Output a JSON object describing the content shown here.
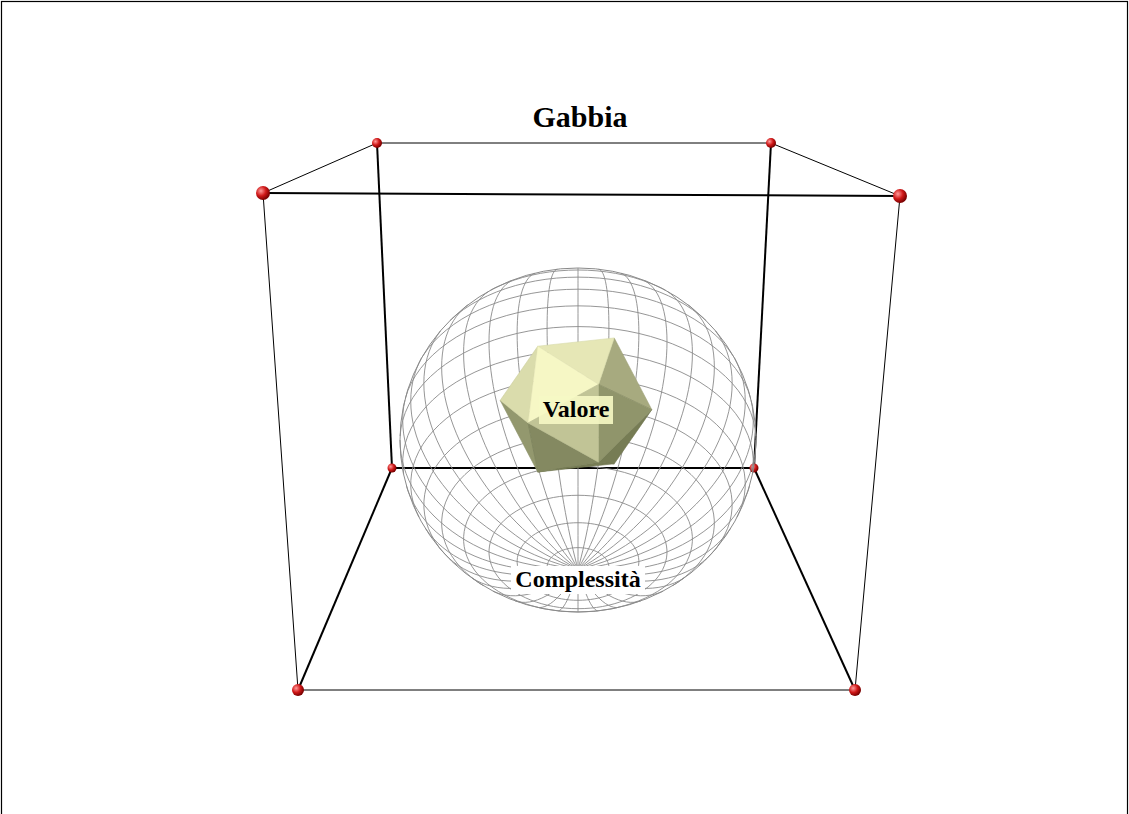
{
  "diagram": {
    "nodes": [
      {
        "text": [
          "Gabbia"
        ]
      },
      {
        "text": [
          "Complessità"
        ],
        "in": 0
      },
      {
        "text": [
          "Valore"
        ],
        "in": 1
      }
    ]
  }
}
